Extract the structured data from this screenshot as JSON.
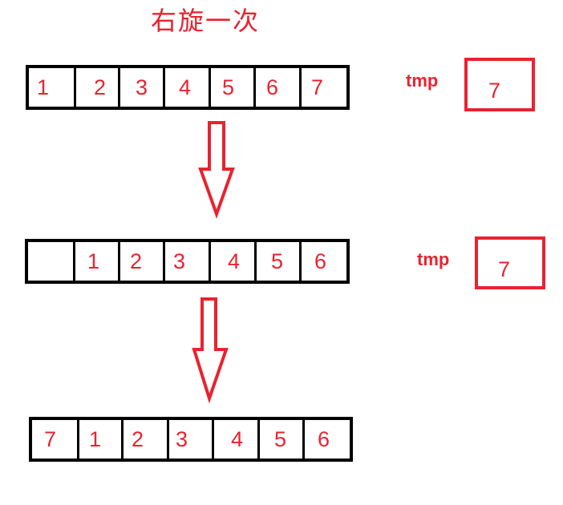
{
  "title": "右旋一次",
  "rows": [
    {
      "cells": [
        "1",
        "2",
        "3",
        "4",
        "5",
        "6",
        "7"
      ]
    },
    {
      "cells": [
        "",
        "1",
        "2",
        "3",
        "4",
        "5",
        "6"
      ]
    },
    {
      "cells": [
        "7",
        "1",
        "2",
        "3",
        "4",
        "5",
        "6"
      ]
    }
  ],
  "tmp": [
    {
      "label": "tmp",
      "value": "7"
    },
    {
      "label": "tmp",
      "value": "7"
    }
  ],
  "colors": {
    "accent": "#e8232f",
    "outline": "#000000"
  }
}
